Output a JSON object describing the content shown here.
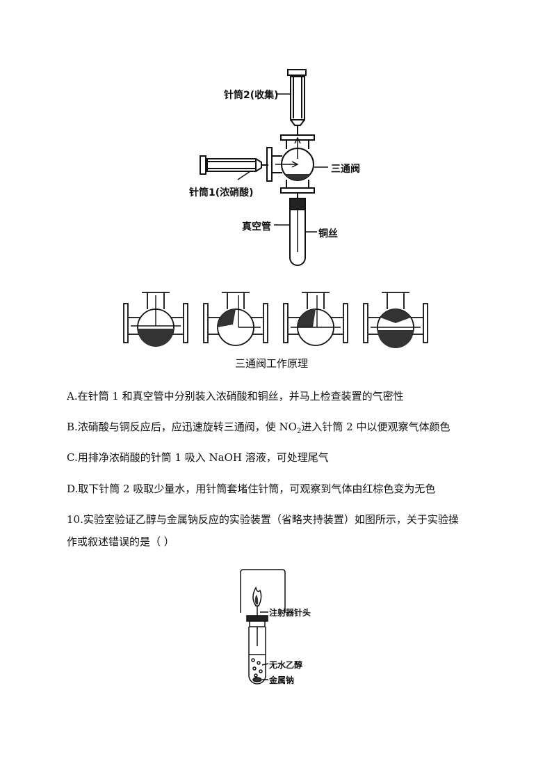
{
  "figure1": {
    "label_syringe2": "针筒2(收集)",
    "label_valve": "三通阀",
    "label_syringe1": "针筒1(浓硝酸)",
    "label_vacuum": "真空管",
    "label_copper": "铜丝"
  },
  "figure2": {
    "caption": "三通阀工作原理"
  },
  "options": {
    "a": "A.在针筒 1 和真空管中分别装入浓硝酸和铜丝，并马上检查装置的气密性",
    "b_prefix": "B.浓硝酸与铜反应后，应迅速旋转三通阀，使 NO",
    "b_sub": "2",
    "b_suffix": "进入针筒 2 中以便观察气体颜色",
    "c": "C.用排净浓硝酸的针筒 1 吸入 NaOH 溶液，可处理尾气",
    "d": "D.取下针筒 2 吸取少量水，用针筒套堵住针筒，可观察到气体由红棕色变为无色"
  },
  "question10": {
    "line1": "10.实验室验证乙醇与金属钠反应的实验装置（省略夹持装置）如图所示，关于实验操",
    "line2": "作或叙述错误的是（    ）"
  },
  "figure3": {
    "label_needle": "注射器针头",
    "label_ethanol": "无水乙醇",
    "label_sodium": "金属钠"
  }
}
